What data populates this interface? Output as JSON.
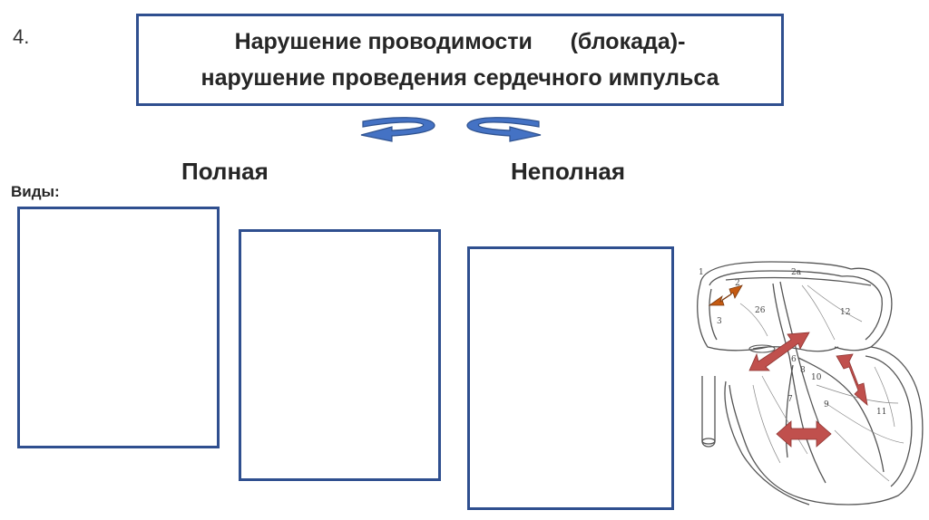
{
  "slide": {
    "number": "4."
  },
  "title": {
    "line1": "Нарушение проводимости      (блокада)-",
    "line2": "нарушение проведения сердечного импульса"
  },
  "types": {
    "complete_label": "Полная",
    "incomplete_label": "Неполная"
  },
  "kinds_label": "Виды:",
  "diagram": {
    "labels": [
      "1",
      "2",
      "2а",
      "26",
      "3",
      "12",
      "6",
      "8",
      "10",
      "7",
      "9",
      "11"
    ]
  },
  "colors": {
    "border": "#2f4f8f",
    "curved_arrow": "#4472c4",
    "orange_arrow": "#c55a11",
    "red_arrow": "#c0504d"
  }
}
